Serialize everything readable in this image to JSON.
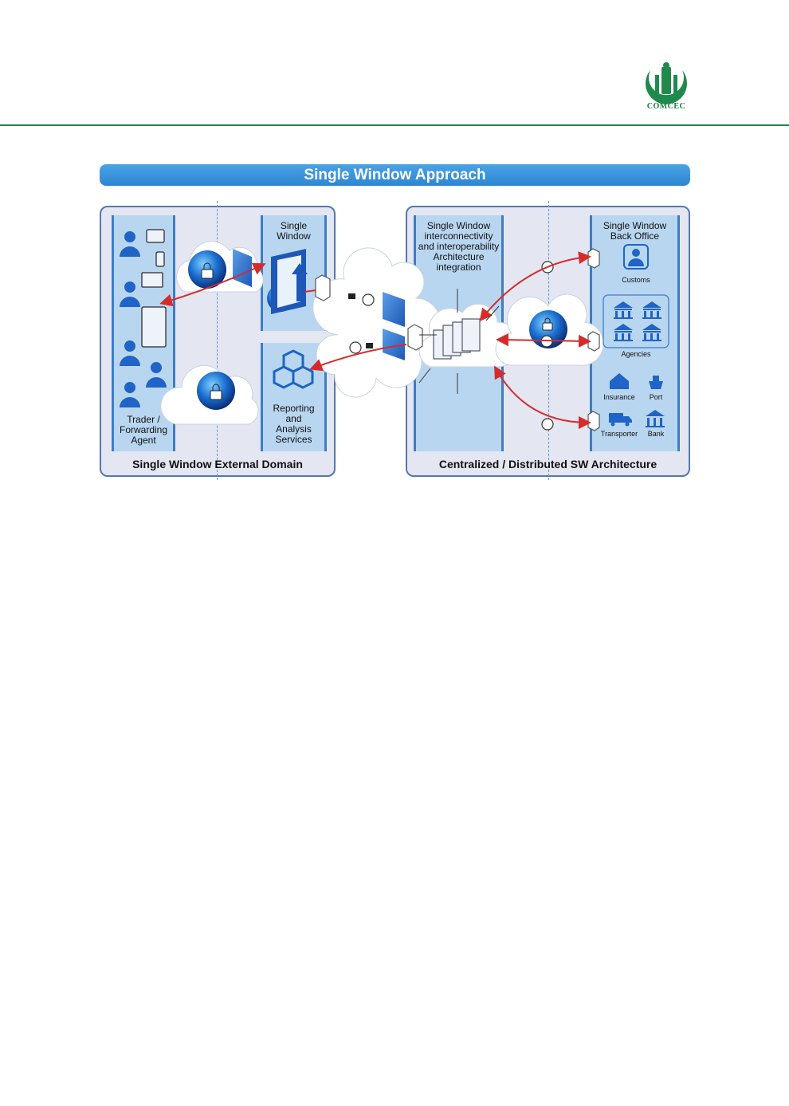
{
  "header": {
    "logo_text": "COMCEC"
  },
  "figure": {
    "title": "Single Window Approach",
    "left_panel": {
      "caption": "Single Window External Domain",
      "trader_label": [
        "Trader /",
        "Forwarding",
        "Agent"
      ],
      "single_window_label": [
        "Single",
        "Window"
      ],
      "reporting_label": [
        "Reporting",
        "and",
        "Analysis",
        "Services"
      ]
    },
    "right_panel": {
      "caption": "Centralized / Distributed SW Architecture",
      "integration_label": [
        "Single Window",
        "interconnectivity",
        "and interoperability",
        "Architecture",
        "integration"
      ],
      "back_office_label": [
        "Single Window",
        "Back Office"
      ],
      "customs_label": "Customs",
      "agencies_label": "Agencies",
      "insurance_label": "Insurance",
      "port_label": "Port",
      "transporter_label": "Transporter",
      "bank_label": "Bank"
    },
    "colors": {
      "accent": "#2f86d2",
      "arrow": "#d62b2b",
      "panel_border": "#5476b4",
      "header_rule": "#1f8a4c"
    }
  }
}
